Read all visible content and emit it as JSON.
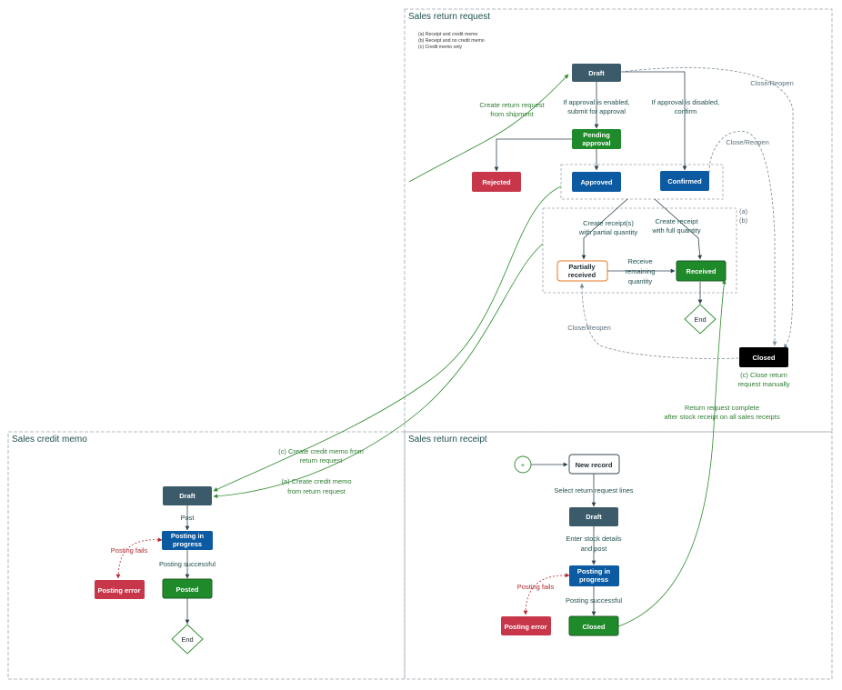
{
  "sections": {
    "request": {
      "title": "Sales return request"
    },
    "memo": {
      "title": "Sales credit memo"
    },
    "receipt": {
      "title": "Sales return receipt"
    }
  },
  "legend": {
    "a": "(a) Receipt and credit memo",
    "b": "(b) Receipt and no credit memo",
    "c": "(c) Credit memo only"
  },
  "nodes": {
    "req_draft": "Draft",
    "pending_1": "Pending",
    "pending_2": "approval",
    "rejected": "Rejected",
    "approved": "Approved",
    "confirmed": "Confirmed",
    "partial_1": "Partially",
    "partial_2": "received",
    "received": "Received",
    "req_end": "End",
    "closed": "Closed",
    "memo_draft": "Draft",
    "memo_posting_1": "Posting in",
    "memo_posting_2": "progress",
    "memo_error": "Posting error",
    "memo_posted": "Posted",
    "memo_end": "End",
    "rec_start": "+",
    "rec_new": "New record",
    "rec_draft": "Draft",
    "rec_posting_1": "Posting in",
    "rec_posting_2": "progress",
    "rec_error": "Posting error",
    "rec_closed": "Closed"
  },
  "labels": {
    "create_from_shipment_1": "Create return request",
    "create_from_shipment_2": "from shipment",
    "approval_enabled_1": "If approval is enabled,",
    "approval_enabled_2": "submit for approval",
    "approval_disabled_1": "If approval is disabled,",
    "approval_disabled_2": "confirm",
    "close_reopen_top": "Close/Reopen",
    "close_reopen_mid": "Close/Reopen",
    "close_reopen_bottom": "Close/Reopen",
    "receipt_partial_1": "Create receipt(s)",
    "receipt_partial_2": "with partial quantity",
    "receipt_full_1": "Create receipt",
    "receipt_full_2": "with full quantity",
    "remaining_1": "Receive",
    "remaining_2": "remaining",
    "remaining_3": "quantity",
    "marker_a": "(a)",
    "marker_b": "(b)",
    "close_manually_1": "(c) Close return",
    "close_manually_2": "request manually",
    "complete_1": "Return request complete",
    "complete_2": "after stock receipt on all sales receipts",
    "memo_c_1": "(c) Create credit memo from",
    "memo_c_2": "return request",
    "memo_a_1": "(a) Create credit memo",
    "memo_a_2": "from return request",
    "post": "Post",
    "posting_fails_memo": "Posting fails",
    "posting_successful_memo": "Posting successful",
    "select_lines": "Select return request lines",
    "enter_stock_1": "Enter stock details",
    "enter_stock_2": "and post",
    "posting_fails_rec": "Posting fails",
    "posting_successful_rec": "Posting successful"
  },
  "colors": {
    "dark_slate": "#3b5b6b",
    "blue": "#0b5aa2",
    "green": "#1e8a2a",
    "red": "#c8364a",
    "black": "#000000",
    "flow_green": "#2e8b2e",
    "dashed_gray": "#8a9aa5"
  }
}
